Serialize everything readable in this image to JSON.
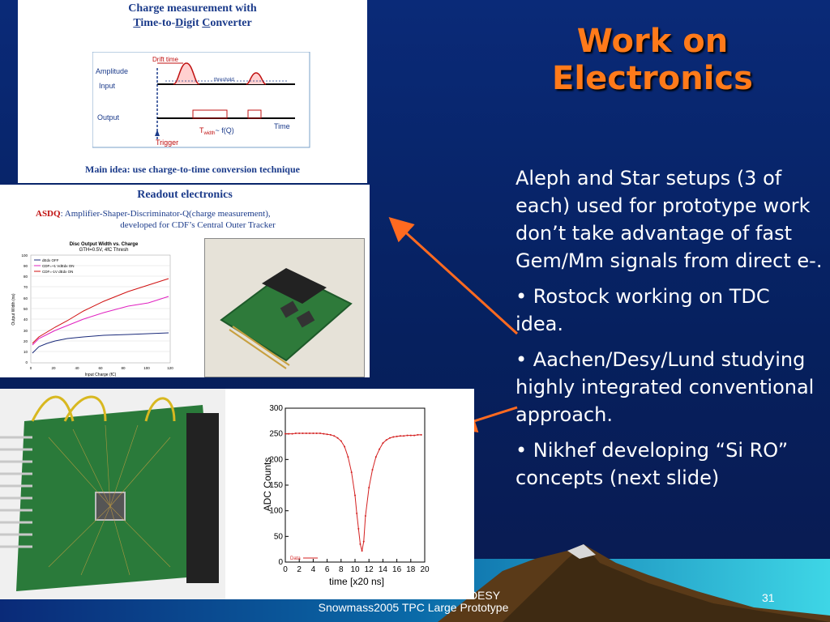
{
  "slide": {
    "title": "Work on Electronics",
    "bullets": [
      "Aleph and Star setups (3 of each) used for prototype work don’t take advantage of fast Gem/Mm signals from direct e-.",
      "• Rostock working on TDC idea.",
      "• Aachen/Desy/Lund studying highly integrated conventional approach.",
      "• Nikhef developing “Si RO” concepts (next slide)"
    ],
    "footer_line1": "DESY",
    "footer_line2": "Snowmass2005 TPC Large Prototype",
    "page_number": "31"
  },
  "tdc_panel": {
    "title_line1": "Charge measurement with",
    "title_line2_parts": [
      "T",
      "ime-to-",
      "D",
      "igit ",
      "C",
      "onverter"
    ],
    "labels": {
      "drift_time": "Drift time",
      "amplitude": "Amplitude",
      "input": "Input",
      "threshold": "threshold",
      "output": "Output",
      "time": "Time",
      "trigger": "Trigger",
      "twidth": "T",
      "twidth_sub": "width",
      "fq": "~ f(Q)"
    },
    "footer": "Main idea: use charge-to-time conversion technique"
  },
  "readout_panel": {
    "title": "Readout electronics",
    "asdq": "ASDQ",
    "line1_rest": ": Amplifier-Shaper-Discriminator-Q(charge measurement),",
    "line2": "developed for CDF’s Central Outer Tracker",
    "mini_chart": {
      "title_line1": "Disc Output Width vs. Charge",
      "title_line2": "GTH=0.5V, 4fC Thresh",
      "legend": [
        "dEdx OFF",
        "CDF=+1 VdEdx ON",
        "CDF=-1V dEdx ON"
      ],
      "xlabel": "Input Charge (fC)",
      "ylabel": "Output Width (ns)",
      "x_ticks": [
        "0",
        "20",
        "40",
        "60",
        "80",
        "100",
        "120"
      ],
      "y_ticks": [
        "0",
        "10",
        "20",
        "30",
        "40",
        "50",
        "60",
        "70",
        "80",
        "90",
        "100"
      ]
    }
  },
  "adc_panel": {
    "ylabel": "ADC Counts",
    "xlabel": "time [x20 ns]",
    "legend": "Data"
  },
  "chart_data": {
    "type": "line",
    "title": "",
    "xlabel": "time [x20 ns]",
    "ylabel": "ADC Counts",
    "xlim": [
      0,
      20
    ],
    "ylim": [
      0,
      300
    ],
    "x_ticks": [
      0,
      2,
      4,
      6,
      8,
      10,
      12,
      14,
      16,
      18,
      20
    ],
    "y_ticks": [
      0,
      50,
      100,
      150,
      200,
      250,
      300
    ],
    "series": [
      {
        "name": "Data",
        "color": "#d42020",
        "x": [
          0,
          0.5,
          1,
          1.5,
          2,
          2.5,
          3,
          3.5,
          4,
          4.5,
          5,
          5.5,
          6,
          6.5,
          7,
          7.5,
          8,
          8.5,
          9,
          9.5,
          10,
          10.25,
          10.5,
          10.75,
          11,
          11.25,
          11.5,
          12,
          12.5,
          13,
          13.5,
          14,
          14.5,
          15,
          15.5,
          16,
          16.5,
          17,
          17.5,
          18,
          18.5,
          19,
          19.5
        ],
        "y": [
          250,
          250,
          250,
          251,
          251,
          251,
          251,
          251,
          251,
          251,
          251,
          250,
          249,
          248,
          246,
          242,
          236,
          225,
          205,
          175,
          130,
          95,
          65,
          35,
          22,
          40,
          90,
          145,
          180,
          205,
          220,
          232,
          238,
          242,
          244,
          245,
          246,
          246,
          247,
          247,
          247,
          248,
          248
        ]
      }
    ]
  },
  "colors": {
    "title": "#ff7a1a",
    "arrow": "#ff6a20",
    "text": "#ffffff",
    "data_line": "#d42020"
  }
}
